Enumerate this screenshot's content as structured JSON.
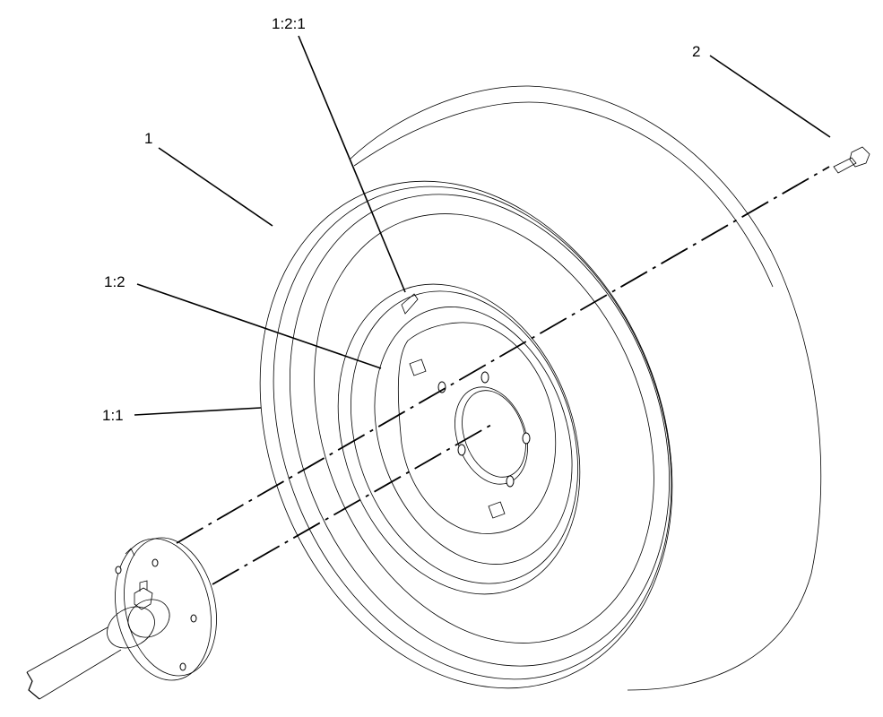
{
  "callouts": [
    {
      "id": "wheel-assembly",
      "text": "1"
    },
    {
      "id": "valve-stem",
      "text": "1:2:1"
    },
    {
      "id": "lug-bolt",
      "text": "2"
    },
    {
      "id": "wheel-rim",
      "text": "1:2"
    },
    {
      "id": "tire",
      "text": "1:1"
    }
  ]
}
